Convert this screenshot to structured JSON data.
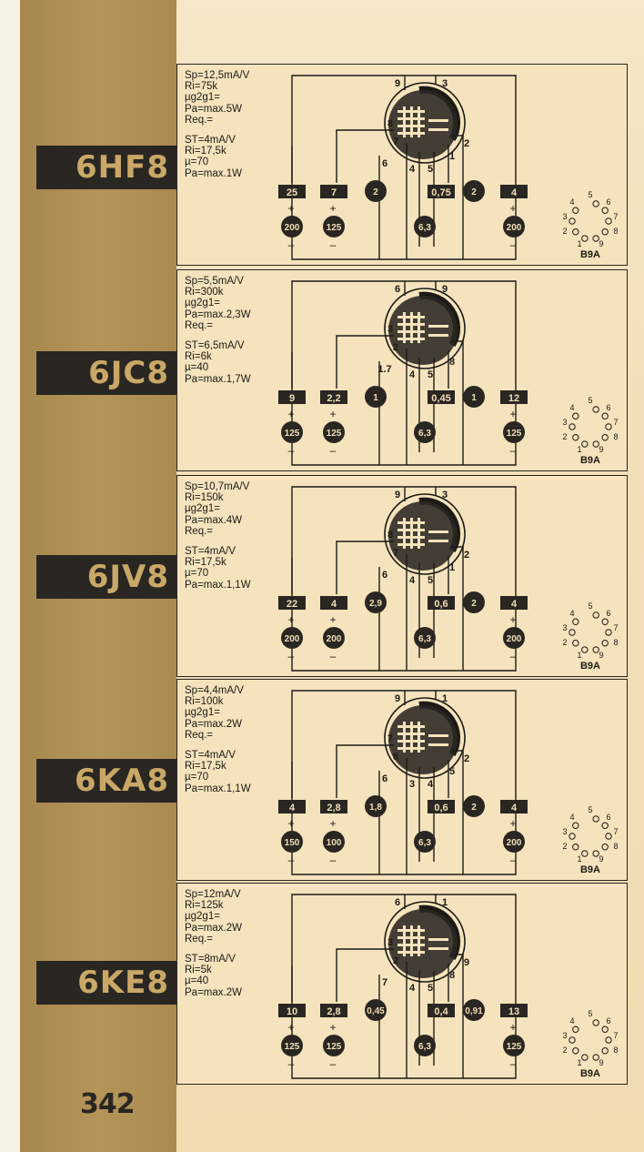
{
  "page_number": "342",
  "tubes": [
    {
      "type": "6HF8",
      "spec_p": [
        "Sp=12,5mA/V",
        "Ri=75k",
        "µg2g1=",
        "Pa=max.5W",
        "Req.="
      ],
      "spec_t": [
        "ST=4mA/V",
        "Ri=17,5k",
        "µ=70",
        "Pa=max.1W"
      ],
      "top_pins": [
        "9",
        "3"
      ],
      "pin_labels": [
        "8",
        "7",
        "6",
        "4",
        "5",
        "1",
        "2"
      ],
      "boxes": [
        "25",
        "7",
        "0,75",
        "4"
      ],
      "circles_top": [
        "2",
        "2"
      ],
      "circles_bottom": [
        "200",
        "125",
        "6,3",
        "200"
      ],
      "base": "B9A"
    },
    {
      "type": "6JC8",
      "spec_p": [
        "Sp=5,5mA/V",
        "Ri=300k",
        "µg2g1=",
        "Pa=max.2,3W",
        "Req.="
      ],
      "spec_t": [
        "ST=6,5mA/V",
        "Ri=6k",
        "µ=40",
        "Pa=max.1,7W"
      ],
      "top_pins": [
        "6",
        "9"
      ],
      "pin_labels": [
        "3",
        "2",
        "1.7",
        "4",
        "5",
        "8",
        ""
      ],
      "boxes": [
        "9",
        "2,2",
        "0,45",
        "12"
      ],
      "circles_top": [
        "1",
        "1"
      ],
      "circles_bottom": [
        "125",
        "125",
        "6,3",
        "125"
      ],
      "base": "B9A"
    },
    {
      "type": "6JV8",
      "spec_p": [
        "Sp=10,7mA/V",
        "Ri=150k",
        "µg2g1=",
        "Pa=max.4W",
        "Req.="
      ],
      "spec_t": [
        "ST=4mA/V",
        "Ri=17,5k",
        "µ=70",
        "Pa=max.1,1W"
      ],
      "top_pins": [
        "9",
        "3"
      ],
      "pin_labels": [
        "8",
        "7",
        "6",
        "4",
        "5",
        "1",
        "2"
      ],
      "boxes": [
        "22",
        "4",
        "0,6",
        "4"
      ],
      "circles_top": [
        "2,9",
        "2"
      ],
      "circles_bottom": [
        "200",
        "200",
        "6,3",
        "200"
      ],
      "base": "B9A"
    },
    {
      "type": "6KA8",
      "spec_p": [
        "Sp=4,4mA/V",
        "Ri=100k",
        "µg2g1=",
        "Pa=max.2W",
        "Req.="
      ],
      "spec_t": [
        "ST=4mA/V",
        "Ri=17,5k",
        "µ=70",
        "Pa=max.1,1W"
      ],
      "top_pins": [
        "9",
        "1"
      ],
      "pin_labels": [
        "7",
        "8",
        "6",
        "3",
        "4",
        "5",
        "2"
      ],
      "boxes": [
        "4",
        "2,8",
        "0,6",
        "4"
      ],
      "circles_top": [
        "1,8",
        "2"
      ],
      "circles_bottom": [
        "150",
        "100",
        "6,3",
        "200"
      ],
      "base": "B9A"
    },
    {
      "type": "6KE8",
      "spec_p": [
        "Sp=12mA/V",
        "Ri=125k",
        "µg2g1=",
        "Pa=max.2W",
        "Req.="
      ],
      "spec_t": [
        "ST=8mA/V",
        "Ri=5k",
        "µ=40",
        "Pa=max.2W"
      ],
      "top_pins": [
        "6",
        "1"
      ],
      "pin_labels": [
        "3",
        "2",
        "7",
        "4",
        "5",
        "8",
        "9"
      ],
      "boxes": [
        "10",
        "2,8",
        "0,4",
        "13"
      ],
      "circles_top": [
        "0,45",
        "0,91"
      ],
      "circles_bottom": [
        "125",
        "125",
        "6,3",
        "125"
      ],
      "base": "B9A"
    }
  ],
  "socket_pins": [
    "5",
    "4",
    "6",
    "3",
    "7",
    "2",
    "8",
    "1",
    "9"
  ],
  "colors": {
    "sidebar": "#b09050",
    "label_bg": "#2a2622",
    "label_text": "#c9a867",
    "page": "#f2dfb6"
  }
}
